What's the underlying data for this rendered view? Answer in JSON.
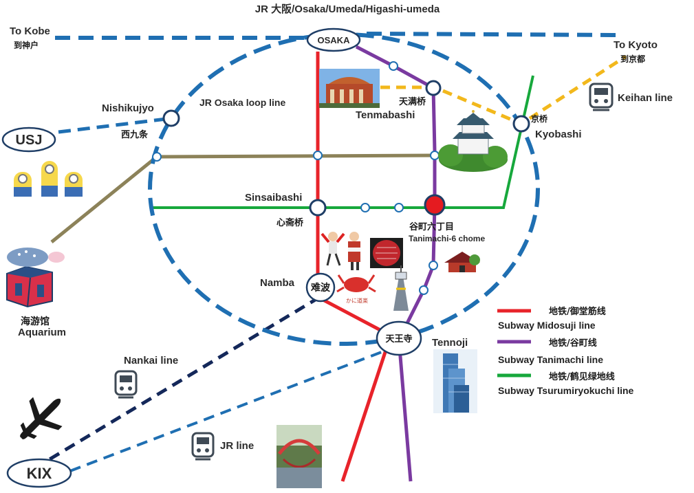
{
  "title": "JR 大阪/Osaka/Umeda/Higashi-umeda",
  "colors": {
    "jr": "#1f6fb2",
    "midosuji": "#e8232a",
    "tanimachi": "#7a3aa0",
    "tsurumi": "#17a83c",
    "olive": "#8c8259",
    "keihan": "#f2b81c",
    "nankai": "#14285a"
  },
  "directions": {
    "to_kobe": "To Kobe",
    "to_kobe_cn": "到神户",
    "to_kyoto": "To Kyoto",
    "to_kyoto_cn": "到京都"
  },
  "stations": {
    "osaka": "OSAKA",
    "usj": "USJ",
    "kix": "KIX",
    "namba_cn": "难波",
    "tennoji_cn": "天王寺",
    "nishikujyo": "Nishikujyo",
    "nishikujyo_cn": "西九条",
    "tenmabashi": "Tenmabashi",
    "tenmabashi_cn": "天满桥",
    "kyobashi": "Kyobashi",
    "kyobashi_cn": "京桥",
    "sinsaibashi": "Sinsaibashi",
    "sinsaibashi_cn": "心斋桥",
    "tanimachi_cn": "谷町六丁目",
    "tanimachi": "Tanimachi-6 chome",
    "namba": "Namba",
    "tennoji": "Tennoji",
    "aquarium_cn": "海游馆",
    "aquarium": "Aquarium"
  },
  "lines": {
    "loop": "JR Osaka  loop line",
    "keihan": "Keihan line",
    "nankai": "Nankai line",
    "jr": "JR line"
  },
  "legend": [
    {
      "cn": "地铁/御堂筋线",
      "en": "Subway Midosuji line",
      "color": "#e8232a"
    },
    {
      "cn": "地铁/谷町线",
      "en": "Subway Tanimachi line",
      "color": "#7a3aa0"
    },
    {
      "cn": "地铁/鹤见绿地线",
      "en": "Subway Tsurumiryokuchi line",
      "color": "#17a83c"
    }
  ],
  "icons": [
    "train-icon",
    "airplane-icon",
    "minions-icon",
    "whale-shark-icon",
    "osaka-castle-icon",
    "city-hall-icon",
    "abeno-harukas-icon",
    "temple-icon",
    "glico-icon",
    "crab-icon",
    "tsutenkaku-icon",
    "shrine-icon",
    "bridge-icon"
  ]
}
